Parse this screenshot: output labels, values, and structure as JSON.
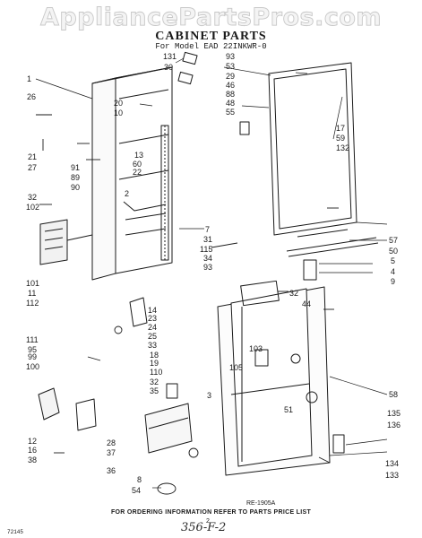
{
  "watermark": "AppliancePartsPros.com",
  "title": "CABINET PARTS",
  "subtitle": "For Model EAD 22INKWR-0",
  "figure_code": "RE-1905A",
  "footer_note": "FOR ORDERING INFORMATION REFER TO PARTS PRICE LIST",
  "corner_code": "72145",
  "page_number": "2",
  "handwritten_note": "356-F-2",
  "callouts": [
    {
      "id": "1",
      "text": "1"
    },
    {
      "id": "26",
      "text": "26"
    },
    {
      "id": "21",
      "text": "21"
    },
    {
      "id": "27",
      "text": "27"
    },
    {
      "id": "91",
      "text": "91"
    },
    {
      "id": "89",
      "text": "89"
    },
    {
      "id": "90",
      "text": "90"
    },
    {
      "id": "32a",
      "text": "32"
    },
    {
      "id": "102",
      "text": "102"
    },
    {
      "id": "20",
      "text": "20"
    },
    {
      "id": "10",
      "text": "10"
    },
    {
      "id": "13",
      "text": "13"
    },
    {
      "id": "60",
      "text": "60"
    },
    {
      "id": "22",
      "text": "22"
    },
    {
      "id": "2",
      "text": "2"
    },
    {
      "id": "131",
      "text": "131"
    },
    {
      "id": "30",
      "text": "30"
    },
    {
      "id": "93a",
      "text": "93"
    },
    {
      "id": "53",
      "text": "53"
    },
    {
      "id": "29",
      "text": "29"
    },
    {
      "id": "46",
      "text": "46"
    },
    {
      "id": "88",
      "text": "88"
    },
    {
      "id": "48",
      "text": "48"
    },
    {
      "id": "55",
      "text": "55"
    },
    {
      "id": "17",
      "text": "17"
    },
    {
      "id": "59",
      "text": "59"
    },
    {
      "id": "132",
      "text": "132"
    },
    {
      "id": "7",
      "text": "7"
    },
    {
      "id": "31",
      "text": "31"
    },
    {
      "id": "115",
      "text": "115"
    },
    {
      "id": "34",
      "text": "34"
    },
    {
      "id": "93b",
      "text": "93"
    },
    {
      "id": "57",
      "text": "57"
    },
    {
      "id": "50",
      "text": "50"
    },
    {
      "id": "5",
      "text": "5"
    },
    {
      "id": "4",
      "text": "4"
    },
    {
      "id": "9",
      "text": "9"
    },
    {
      "id": "101",
      "text": "101"
    },
    {
      "id": "11",
      "text": "11"
    },
    {
      "id": "112",
      "text": "112"
    },
    {
      "id": "111",
      "text": "111"
    },
    {
      "id": "95",
      "text": "95"
    },
    {
      "id": "99",
      "text": "99"
    },
    {
      "id": "100",
      "text": "100"
    },
    {
      "id": "14",
      "text": "14"
    },
    {
      "id": "23",
      "text": "23"
    },
    {
      "id": "24",
      "text": "24"
    },
    {
      "id": "25",
      "text": "25"
    },
    {
      "id": "33",
      "text": "33"
    },
    {
      "id": "32b",
      "text": "32"
    },
    {
      "id": "44",
      "text": "44"
    },
    {
      "id": "18",
      "text": "18"
    },
    {
      "id": "19",
      "text": "19"
    },
    {
      "id": "110",
      "text": "110"
    },
    {
      "id": "32c",
      "text": "32"
    },
    {
      "id": "35",
      "text": "35"
    },
    {
      "id": "103",
      "text": "103"
    },
    {
      "id": "105",
      "text": "105"
    },
    {
      "id": "3",
      "text": "3"
    },
    {
      "id": "58",
      "text": "58"
    },
    {
      "id": "51",
      "text": "51"
    },
    {
      "id": "135",
      "text": "135"
    },
    {
      "id": "136",
      "text": "136"
    },
    {
      "id": "12",
      "text": "12"
    },
    {
      "id": "16",
      "text": "16"
    },
    {
      "id": "38",
      "text": "38"
    },
    {
      "id": "28",
      "text": "28"
    },
    {
      "id": "37",
      "text": "37"
    },
    {
      "id": "36",
      "text": "36"
    },
    {
      "id": "8",
      "text": "8"
    },
    {
      "id": "54",
      "text": "54"
    },
    {
      "id": "134",
      "text": "134"
    },
    {
      "id": "133",
      "text": "133"
    }
  ]
}
